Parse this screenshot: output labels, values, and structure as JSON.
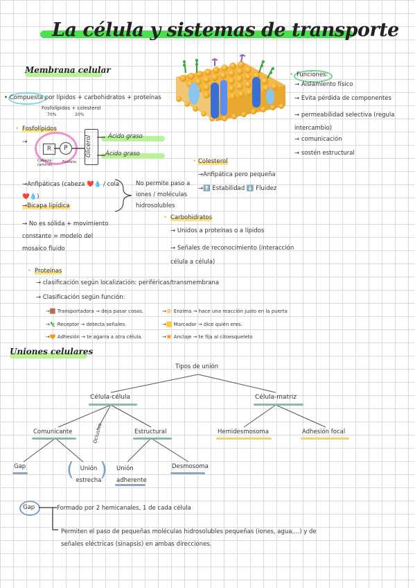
{
  "title": "La célula y sistemas de transporte",
  "membrana": {
    "heading": "Membrana celular",
    "compuesta": "Compuesta por lípidos + carbohidratos + proteínas",
    "fosfo_note": "Fosfolípidos + colesterol",
    "fosfo_pct": "70%",
    "colest_pct": "20%",
    "fosfolipidos": "Fosfolípidos",
    "arrow": "→",
    "R": "R",
    "P": "P",
    "glicerol": "Glicerol",
    "acido1": "Ácido graso",
    "acido2": "Ácido graso",
    "cabeza_label": "Cabeza (amina)",
    "fosfato_label": "Fosfato",
    "anfipaticas": "→Anfipáticas (cabeza ❤️💧 / cola ❤️💧)",
    "bicapa": "→Bicapa lipídica",
    "no_solida": "→ No es sólida + movimiento constante = modelo del mosaico fluido",
    "no_permite": "No permite paso a iones / moléculas hidrosolubles"
  },
  "funciones": {
    "heading": "Funciones:",
    "items": [
      "→ Aislamiento físico",
      "→ Evita pérdida de componentes",
      "→ permeabilidad selectiva (regula intercambio)",
      "→ comunicación",
      "→ sostén estructural"
    ]
  },
  "colesterol": {
    "heading": "Colesterol",
    "l1": "→Anfipática pero pequeña",
    "l2": "→⬆️ Estabilidad ⬇️ Fluidez"
  },
  "carbohidratos": {
    "heading": "Carbohidratos",
    "l1": "→ Unidos a proteínas o a lípidos",
    "l2": "→ Señales de reconocimiento (interacción célula a célula)"
  },
  "proteinas": {
    "heading": "Proteínas",
    "l1": "→ clasificación según localización: periféricas/transmembrana",
    "l2": "→ Clasificación según función:",
    "f1": "→🟫 Transportadora → deja pasar cosas.",
    "f2": "→🔆 Enzima → hace una reacción justo en la puerta",
    "f3": "→🦎 Receptor → detecta señales.",
    "f4": "→🟨 Marcador → dice quién eres.",
    "f5": "→🧡 Adhesión → te agarra a otra célula.",
    "f6": "→✴️ Anclaje → te fija al citoesqueleto"
  },
  "uniones": {
    "heading": "Uniones celulares",
    "tipos": "Tipos de unión",
    "cc": "Célula-célula",
    "cm": "Célula-matriz",
    "comunicante": "Comunicante",
    "oclusiva": "Oclusiva",
    "estructural": "Estructural",
    "hemidesmosoma": "Hemidesmosoma",
    "adhesion_focal": "Adhesión focal",
    "gap": "Gap",
    "union_estrecha": "Unión estrecha",
    "union_adherente": "Unión adherente",
    "desmosoma": "Desmosoma"
  },
  "gap": {
    "label": "Gap",
    "l1": "Formado por 2 hemicanales, 1 de cada célula",
    "l2": "Permiten el paso de pequeñas moléculas hidrosolubles pequeñas (iones, agua,...) y de señales eléctricas (sinapsis) en ambas direcciones."
  }
}
